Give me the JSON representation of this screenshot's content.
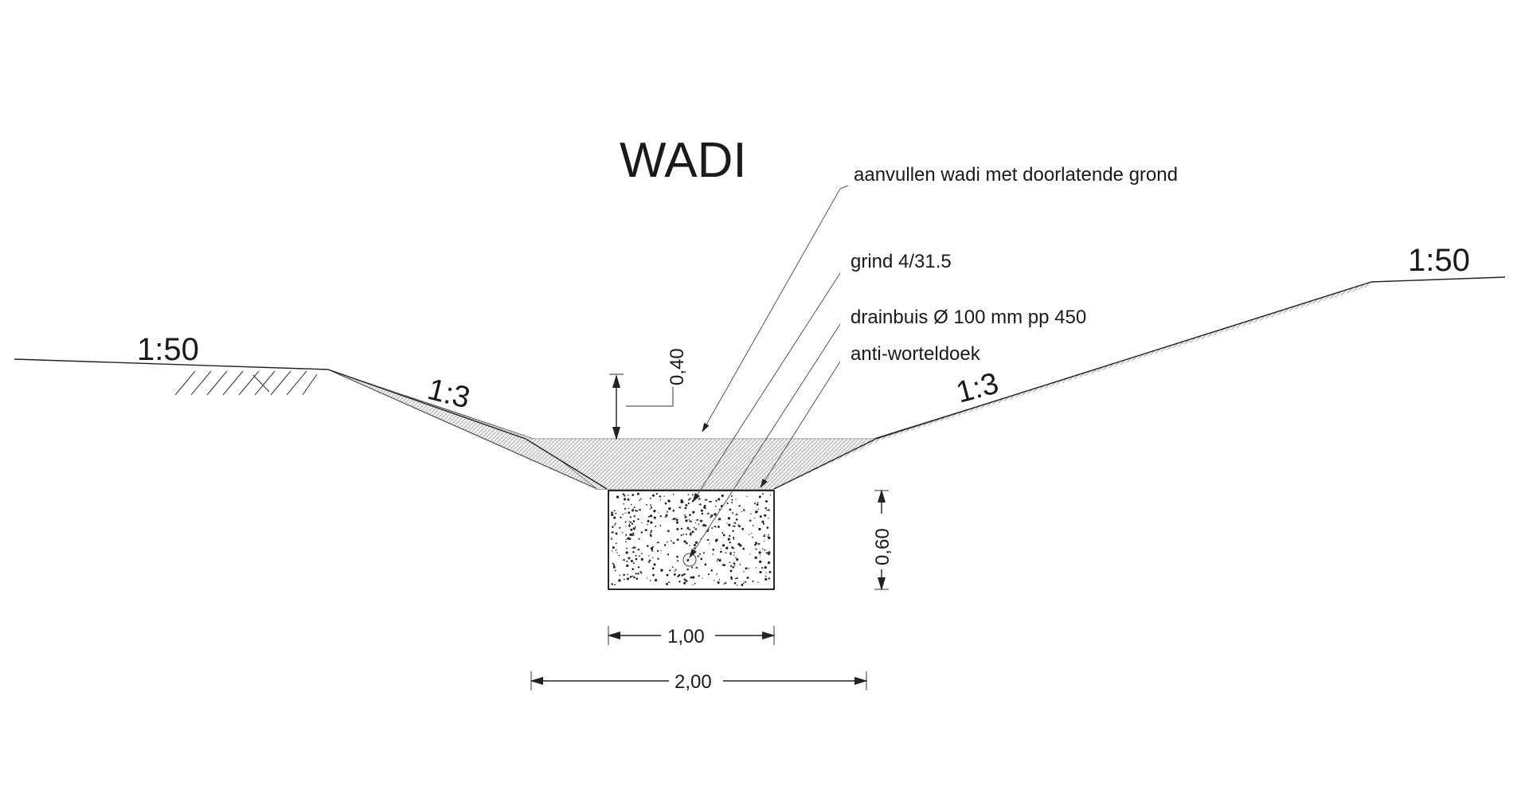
{
  "title": "WADI",
  "labels": {
    "fill": "aanvullen wadi met doorlatende grond",
    "gravel": "grind 4/31.5",
    "drain": "drainbuis Ø 100 mm pp 450",
    "cloth": "anti-worteldoek"
  },
  "slopes": {
    "left_ground": "1:50",
    "right_ground": "1:50",
    "left_bank": "1:3",
    "right_bank": "1:3"
  },
  "dimensions": {
    "fill_depth": "0,40",
    "gravel_depth": "0,60",
    "gravel_width": "1,00",
    "bottom_width": "2,00"
  },
  "colors": {
    "line": "#222222",
    "hatch": "#8a8a8a",
    "background": "#ffffff"
  }
}
